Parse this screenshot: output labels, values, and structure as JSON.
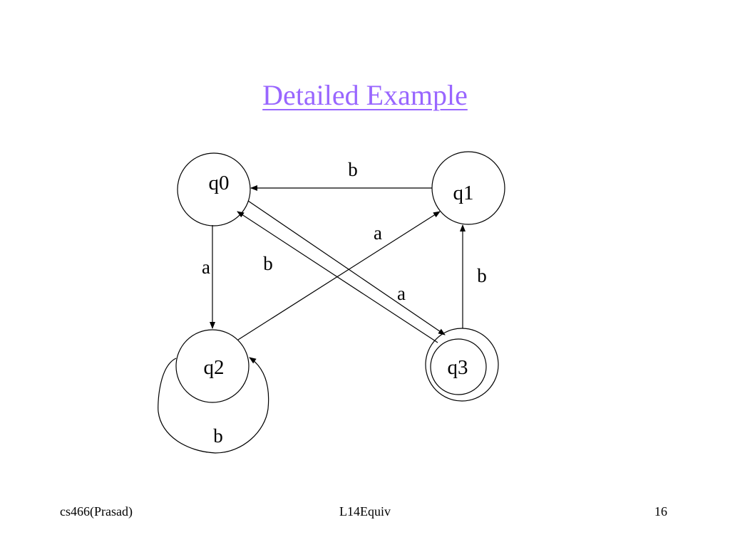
{
  "slide": {
    "title": "Detailed Example",
    "title_color": "#9966ff"
  },
  "automaton": {
    "states": [
      {
        "id": "q0",
        "label": "q0",
        "accepting": false
      },
      {
        "id": "q1",
        "label": "q1",
        "accepting": false
      },
      {
        "id": "q2",
        "label": "q2",
        "accepting": false
      },
      {
        "id": "q3",
        "label": "q3",
        "accepting": true
      }
    ],
    "transitions": [
      {
        "from": "q1",
        "to": "q0",
        "label": "b"
      },
      {
        "from": "q0",
        "to": "q2",
        "label": "a"
      },
      {
        "from": "q0",
        "to": "q3",
        "label": "a"
      },
      {
        "from": "q3",
        "to": "q0",
        "label": "b"
      },
      {
        "from": "q2",
        "to": "q1",
        "label": "a"
      },
      {
        "from": "q3",
        "to": "q1",
        "label": "b"
      },
      {
        "from": "q2",
        "to": "q2",
        "label": "b"
      }
    ]
  },
  "footer": {
    "left": "cs466(Prasad)",
    "center": "L14Equiv",
    "right": "16"
  }
}
